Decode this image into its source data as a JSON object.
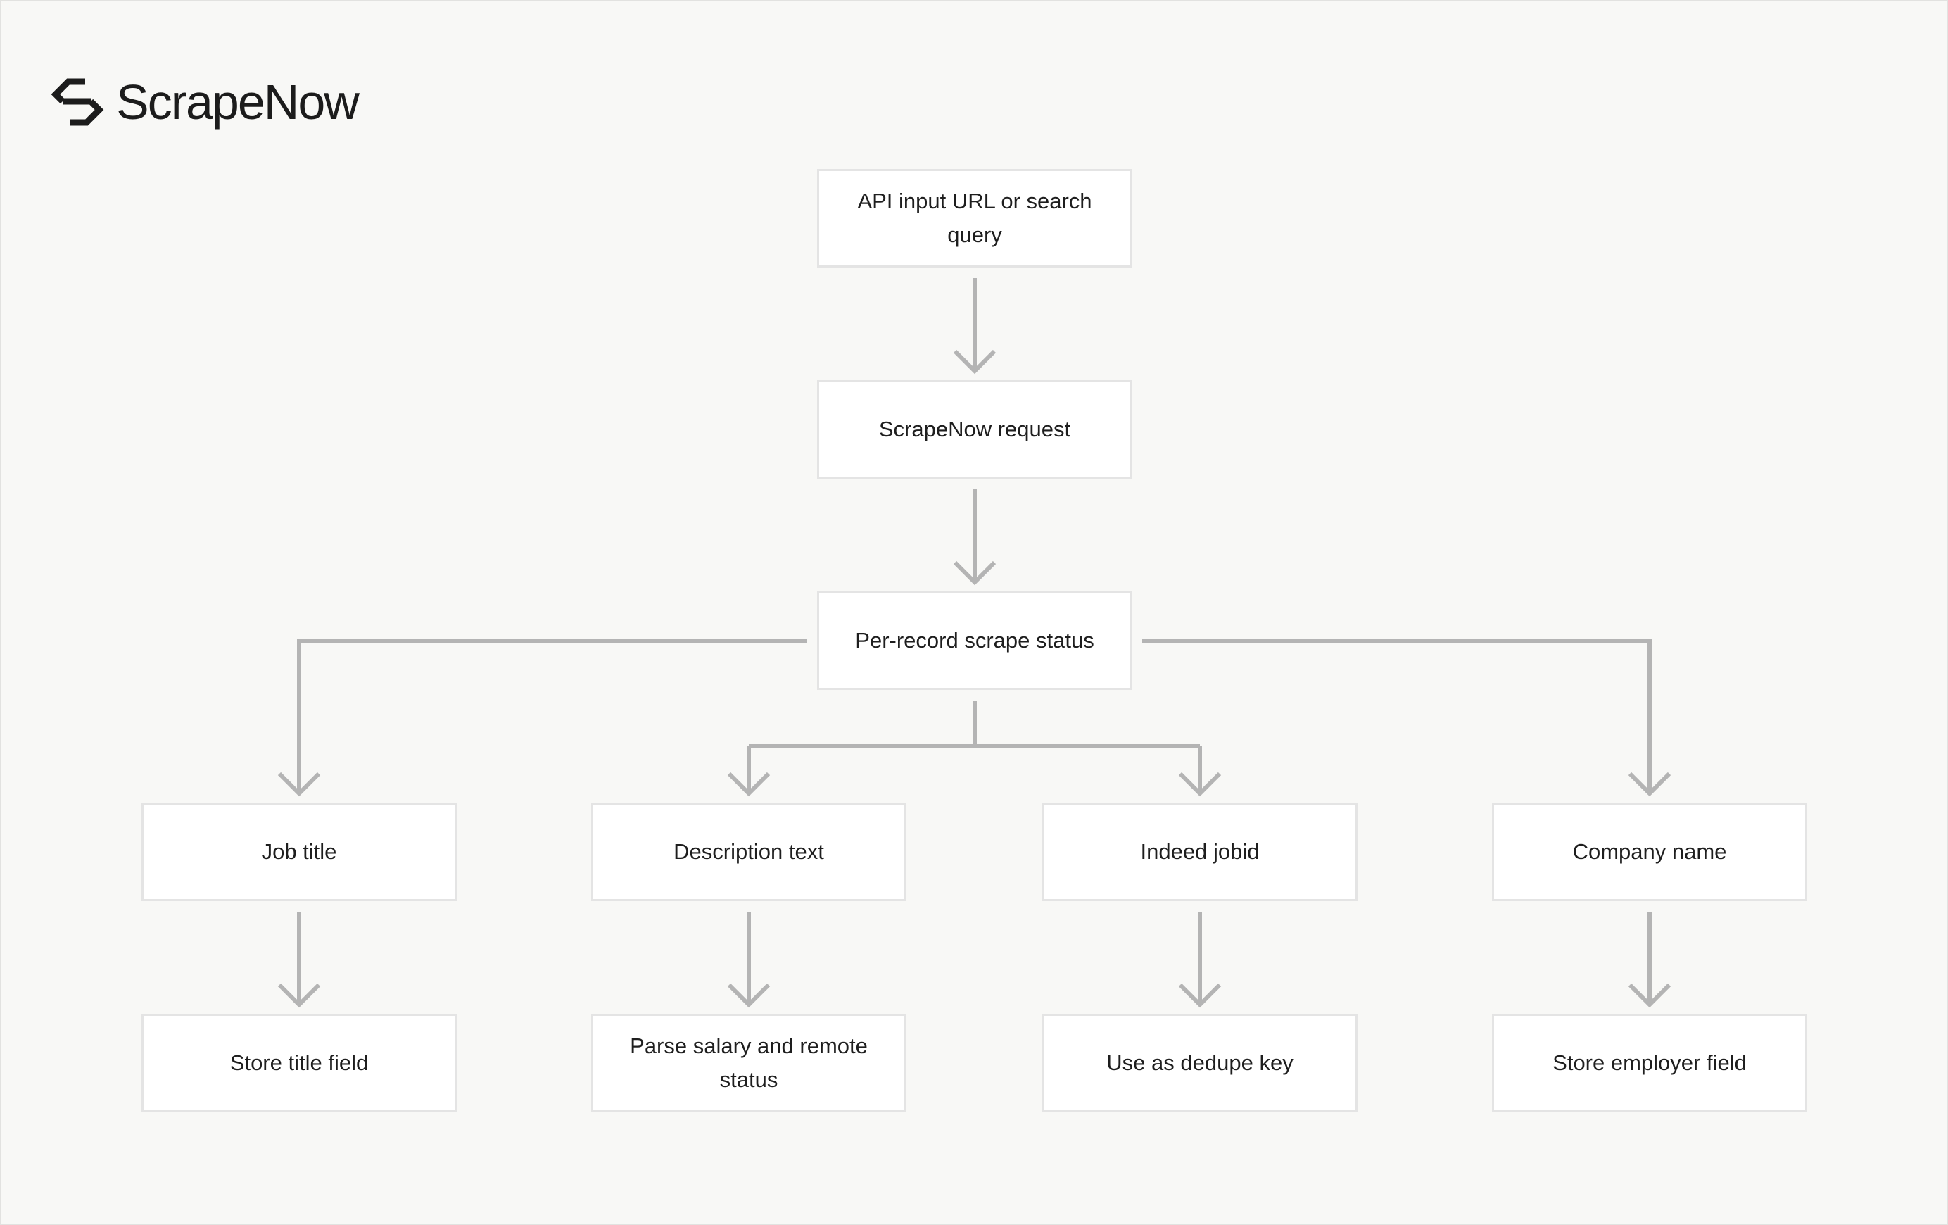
{
  "brand": {
    "name": "ScrapeNow",
    "icon": "scrapenow-logo-icon"
  },
  "colors": {
    "background": "#f8f8f6",
    "node_fill": "#ffffff",
    "node_border": "#e4e4e4",
    "connector": "#b4b4b4",
    "text": "#1e1e1e"
  },
  "flow": {
    "input": "API input URL or search query",
    "request": "ScrapeNow request",
    "status": "Per-record scrape status",
    "fields": [
      {
        "label": "Job title",
        "action": "Store title field"
      },
      {
        "label": "Description text",
        "action": "Parse salary and remote status"
      },
      {
        "label": "Indeed jobid",
        "action": "Use as dedupe key"
      },
      {
        "label": "Company name",
        "action": "Store employer field"
      }
    ]
  }
}
